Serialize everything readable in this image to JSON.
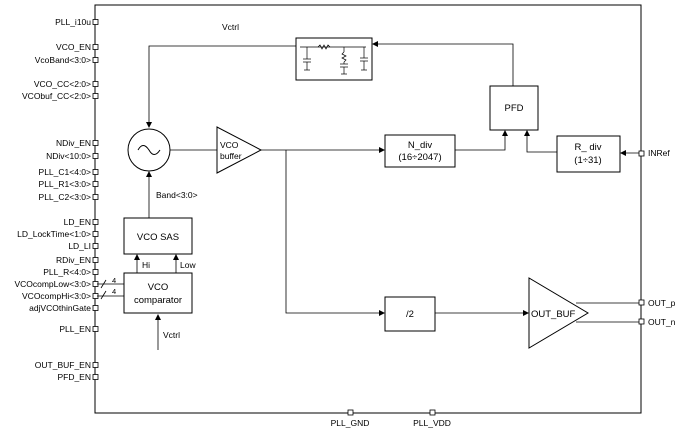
{
  "left_pins": [
    "PLL_i10u",
    "VCO_EN",
    "VcoBand<3:0>",
    "VCO_CC<2:0>",
    "VCObuf_CC<2:0>",
    "NDiv_EN",
    "NDiv<10:0>",
    "PLL_C1<4:0>",
    "PLL_R1<3:0>",
    "PLL_C2<3:0>",
    "LD_EN",
    "LD_LockTime<1:0>",
    "LD_LI",
    "RDiv_EN",
    "PLL_R<4:0>",
    "VCOcompLow<3:0>",
    "VCOcompHi<3:0>",
    "adjVCOthinGate",
    "PLL_EN",
    "OUT_BUF_EN",
    "PFD_EN"
  ],
  "bus_width_labels": [
    "4",
    "4"
  ],
  "right_pins": {
    "inref": "INRef",
    "out_p": "OUT_p",
    "out_n": "OUT_n"
  },
  "bottom_pins": {
    "gnd": "PLL_GND",
    "vdd": "PLL_VDD"
  },
  "labels": {
    "vctrl_top": "Vctrl",
    "band": "Band<3:0>",
    "hi": "Hi",
    "low": "Low",
    "vctrl_bottom": "Vctrl"
  },
  "blocks": {
    "vco_buffer_line1": "VCO",
    "vco_buffer_line2": "buffer",
    "n_div_line1": "N_div",
    "n_div_line2": "(16÷2047)",
    "pfd": "PFD",
    "r_div_line1": "R_ div",
    "r_div_line2": "(1÷31)",
    "vco_sas": "VCO SAS",
    "vco_comp_line1": "VCO",
    "vco_comp_line2": "comparator",
    "div2": "/2",
    "out_buf": "OUT_BUF"
  }
}
